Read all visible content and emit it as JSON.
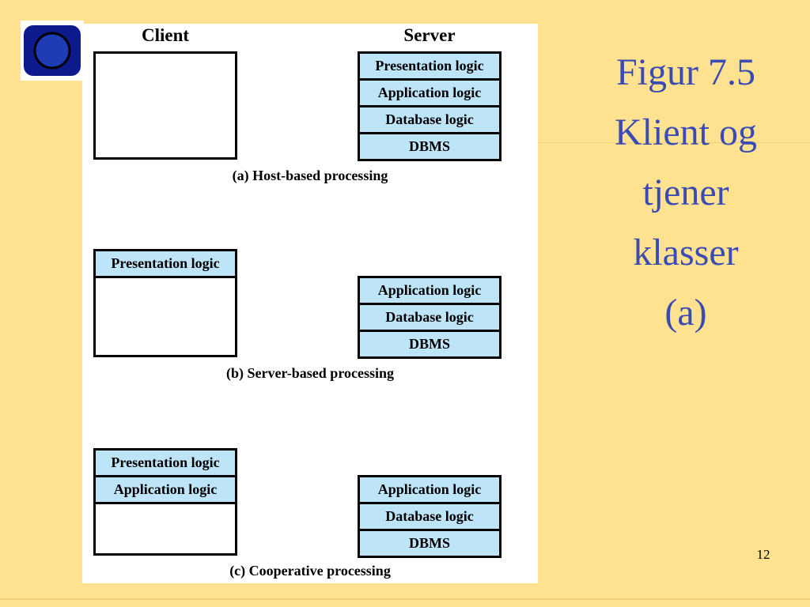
{
  "header": {
    "client_label": "Client",
    "server_label": "Server"
  },
  "panels": [
    {
      "caption": "(a) Host-based processing",
      "client_layers": [],
      "server_layers": [
        "Presentation logic",
        "Application logic",
        "Database logic",
        "DBMS"
      ]
    },
    {
      "caption": "(b) Server-based processing",
      "client_layers": [
        "Presentation logic"
      ],
      "server_layers": [
        "Application logic",
        "Database logic",
        "DBMS"
      ]
    },
    {
      "caption": "(c) Cooperative processing",
      "client_layers": [
        "Presentation logic",
        "Application logic"
      ],
      "server_layers": [
        "Application logic",
        "Database logic",
        "DBMS"
      ]
    }
  ],
  "title": {
    "lines": [
      "Figur 7.5",
      "Klient og",
      "tjener",
      "klasser",
      "(a)"
    ]
  },
  "page_number": "12",
  "colors": {
    "background": "#ffe28f",
    "title": "#3a4bb3",
    "layer_fill": "#bde4f7",
    "logo": "#0d1a8c"
  },
  "logo": {
    "icon": "circle-logo-icon"
  }
}
